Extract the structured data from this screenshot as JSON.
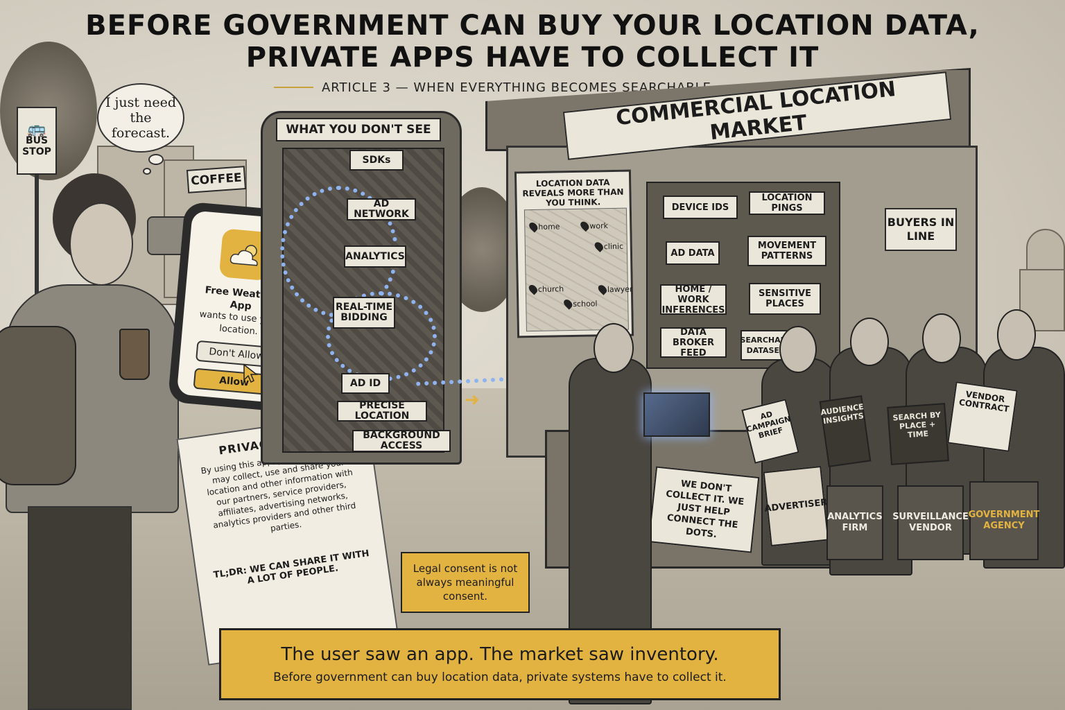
{
  "header": {
    "title_line1": "BEFORE GOVERNMENT CAN BUY YOUR LOCATION DATA,",
    "title_line2": "PRIVATE APPS HAVE TO COLLECT IT",
    "subtitle": "ARTICLE 3 — WHEN EVERYTHING BECOMES SEARCHABLE"
  },
  "street": {
    "thought": "I just need the forecast.",
    "bus_stop": "BUS STOP",
    "coffee": "COFFEE"
  },
  "phone": {
    "app_name": "Free Weather App",
    "prompt": "wants to use your location.",
    "deny_label": "Don't Allow",
    "allow_label": "Allow"
  },
  "privacy_policy": {
    "heading": "PRIVACY POLICY",
    "body": "By using this app, you agree that we may collect, use and share your location and other information with our partners, service providers, affiliates, advertising networks, analytics providers and other third parties.",
    "tldr": "TL;DR: WE CAN SHARE IT WITH A LOT OF PEOPLE."
  },
  "machine": {
    "heading": "WHAT YOU DON'T SEE",
    "labels": [
      "SDKs",
      "AD NETWORK",
      "ANALYTICS",
      "REAL-TIME BIDDING",
      "AD ID",
      "PRECISE LOCATION",
      "BACKGROUND ACCESS"
    ]
  },
  "market": {
    "heading": "COMMERCIAL LOCATION MARKET",
    "map_heading": "LOCATION DATA REVEALS MORE THAN YOU THINK.",
    "map_pins": [
      "home",
      "work",
      "clinic",
      "church",
      "school",
      "lawyer"
    ],
    "shelf_labels": [
      "DEVICE IDS",
      "LOCATION PINGS",
      "AD DATA",
      "MOVEMENT PATTERNS",
      "HOME / WORK INFERENCES",
      "SENSITIVE PLACES",
      "DATA BROKER FEED",
      "SEARCHABLE DATASETS"
    ],
    "buyers_sign": "BUYERS IN LINE",
    "counter_sign": "WE DON'T COLLECT IT. WE JUST HELP CONNECT THE DOTS."
  },
  "buyers": {
    "cards": [
      "AD CAMPAIGN BRIEF",
      "AUDIENCE INSIGHTS",
      "SEARCH BY PLACE + TIME",
      "VENDOR CONTRACT"
    ],
    "bags": [
      "ADVERTISER",
      "ANALYTICS FIRM",
      "SURVEILLANCE VENDOR",
      "GOVERNMENT AGENCY"
    ]
  },
  "callouts": {
    "consent_note": "Legal consent is not always meaningful consent.",
    "banner_main": "The user saw an app. The market saw inventory.",
    "banner_sub": "Before government can buy location data, private systems have to collect it."
  },
  "colors": {
    "accent": "#e3b341",
    "data_glow": "#8fb3f0",
    "paper": "#ebe6da",
    "ink": "#1c1c1c"
  },
  "icons": [
    "cloud-sun-icon",
    "cursor-icon",
    "map-pin-icon",
    "bus-icon",
    "arrow-right-icon"
  ]
}
